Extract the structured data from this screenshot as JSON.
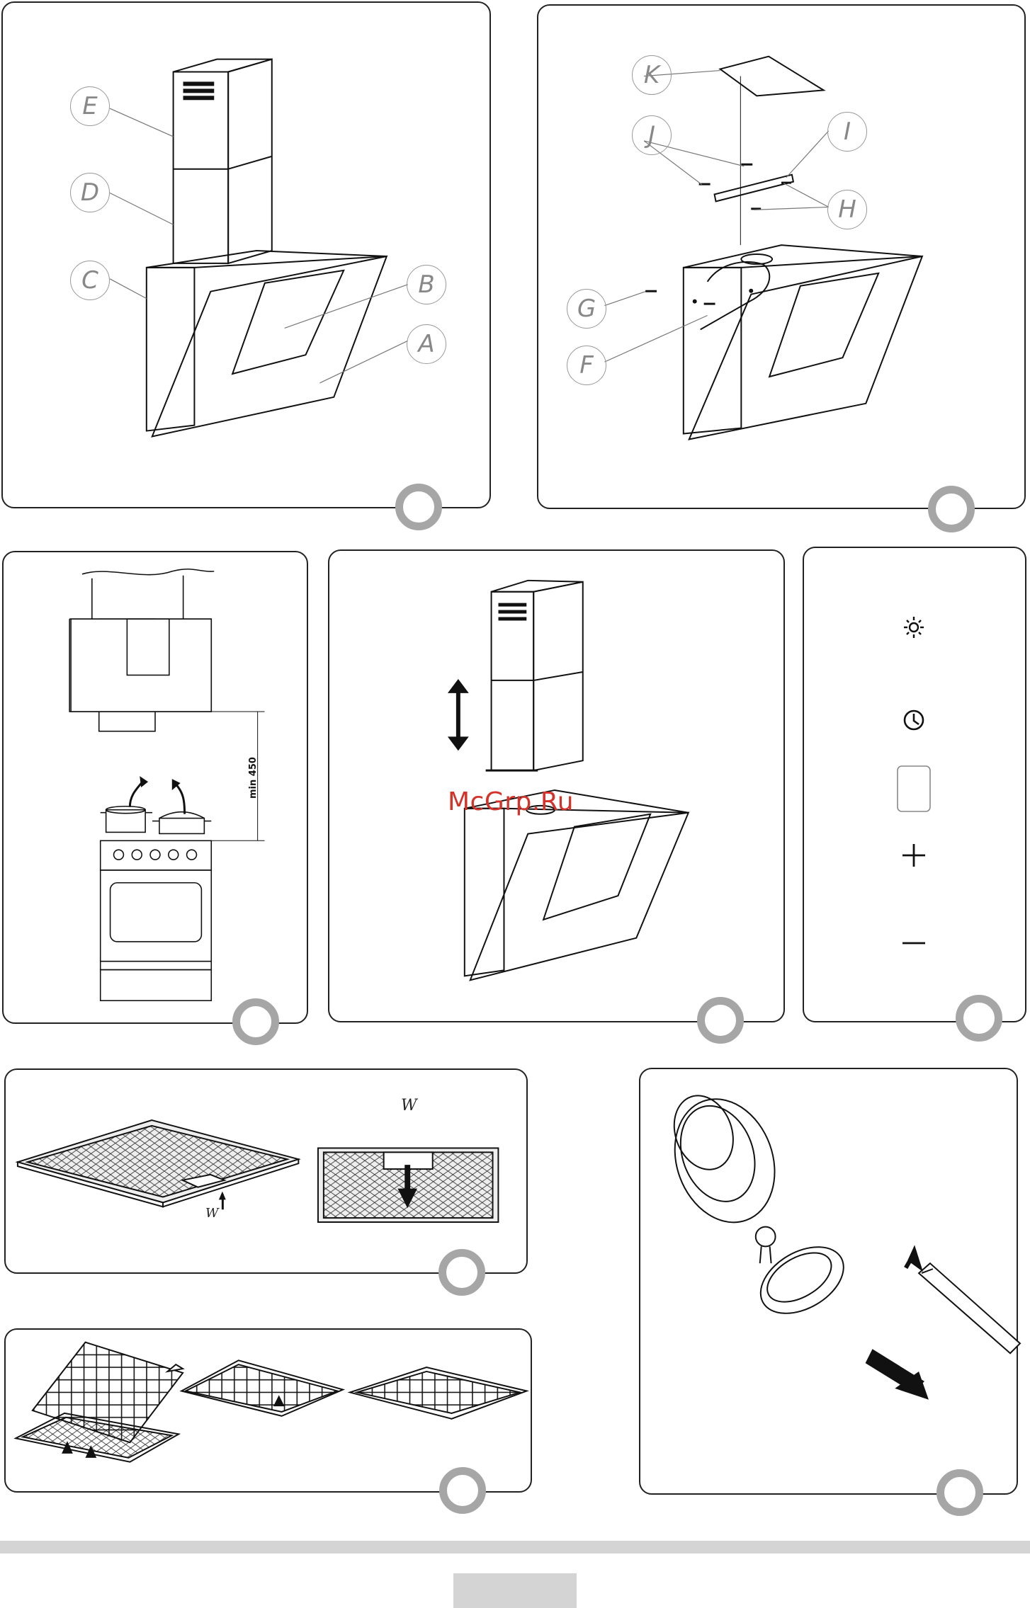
{
  "watermark": "McGrp.Ru",
  "figure1": {
    "labels": [
      "E",
      "D",
      "C",
      "B",
      "A"
    ]
  },
  "figure2": {
    "labels": [
      "K",
      "J",
      "I",
      "H",
      "G",
      "F"
    ]
  },
  "figure3": {
    "clearance_label": "min 450"
  },
  "figure5": {
    "controls": [
      {
        "icon": "light-icon"
      },
      {
        "icon": "clock-icon"
      },
      {
        "icon": "display-window"
      },
      {
        "icon": "plus-icon"
      },
      {
        "icon": "minus-icon"
      }
    ]
  },
  "figure6": {
    "label_w_top": "W",
    "label_w_bottom": "W"
  },
  "colors": {
    "step_circle": "#a6a6a6",
    "footer_bar": "#d4d4d4",
    "watermark": "#d4332a"
  }
}
